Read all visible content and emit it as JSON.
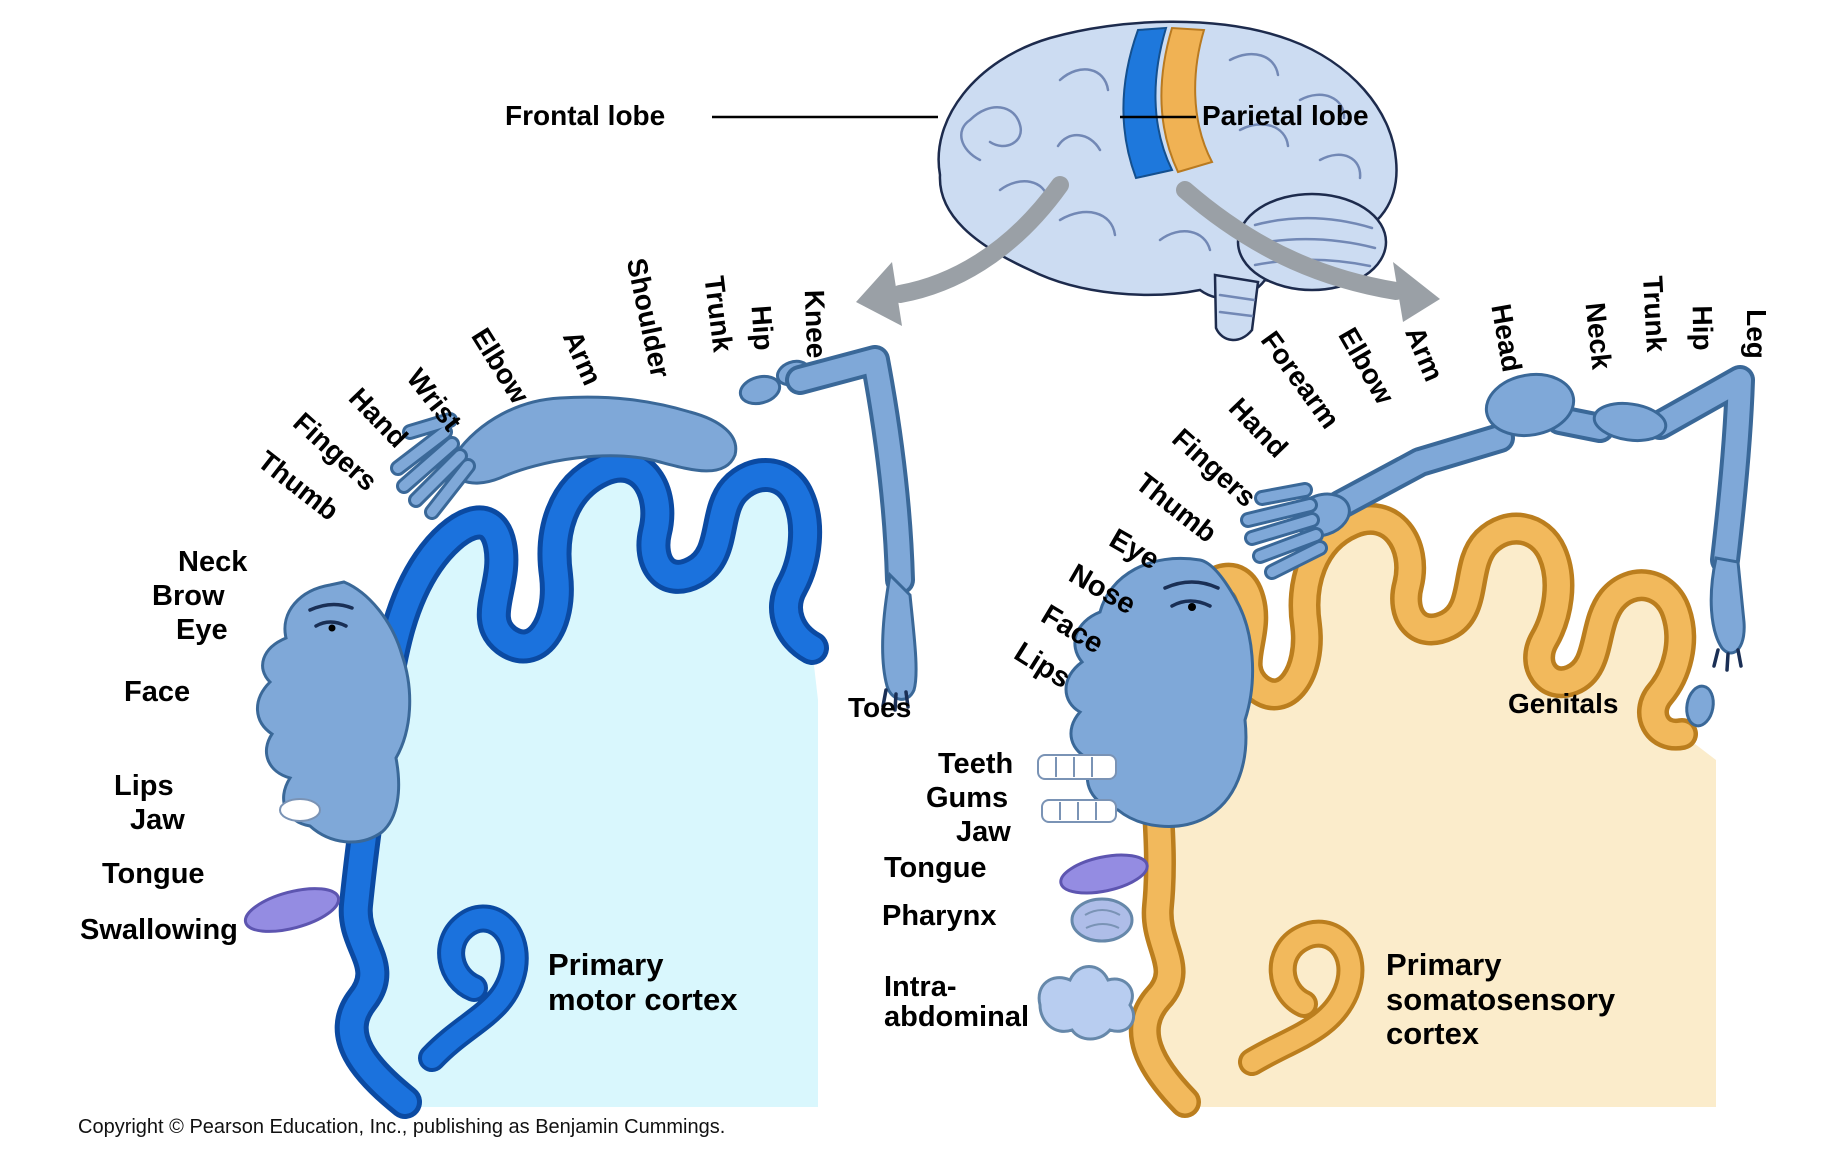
{
  "brain": {
    "frontal_lobe": "Frontal lobe",
    "parietal_lobe": "Parietal lobe"
  },
  "motor": {
    "arc_labels": [
      "Thumb",
      "Fingers",
      "Hand",
      "Wrist",
      "Elbow",
      "Arm",
      "Shoulder",
      "Trunk",
      "Hip",
      "Knee"
    ],
    "side_labels": [
      "Neck",
      "Brow",
      "Eye",
      "Face",
      "Lips",
      "Jaw",
      "Tongue",
      "Swallowing"
    ],
    "toes_label": "Toes",
    "title_lines": [
      "Primary",
      "motor cortex"
    ]
  },
  "sensory": {
    "arc_labels": [
      "Thumb",
      "Fingers",
      "Hand",
      "Forearm",
      "Elbow",
      "Arm",
      "Head",
      "Neck",
      "Trunk",
      "Hip",
      "Leg"
    ],
    "face_labels": [
      "Eye",
      "Nose",
      "Face",
      "Lips"
    ],
    "side_labels": [
      "Teeth",
      "Gums",
      "Jaw",
      "Tongue",
      "Pharynx",
      "Intra-abdominal"
    ],
    "genitals_label": "Genitals",
    "title_lines": [
      "Primary",
      "somatosensory",
      "cortex"
    ]
  },
  "copyright": "Copyright © Pearson Education, Inc., publishing as Benjamin Cummings.",
  "colors": {
    "background": "#ffffff",
    "brain_fill": "#ccdcf2",
    "brain_outline": "#1d2b4d",
    "gyri": "#7288b5",
    "motor_strip": "#1e78dc",
    "sensory_strip": "#f0b254",
    "arrow": "#9aa0a6",
    "motor_band": "#1b72dd",
    "motor_band_outline": "#0b4aa2",
    "motor_region": "#d9f7fd",
    "sensory_band": "#f2b95c",
    "sensory_band_outline": "#bb7e1e",
    "sensory_region": "#fbeccb",
    "body": "#7fa8d8",
    "body_outline": "#3a6898",
    "tongue": "#948ce2"
  }
}
